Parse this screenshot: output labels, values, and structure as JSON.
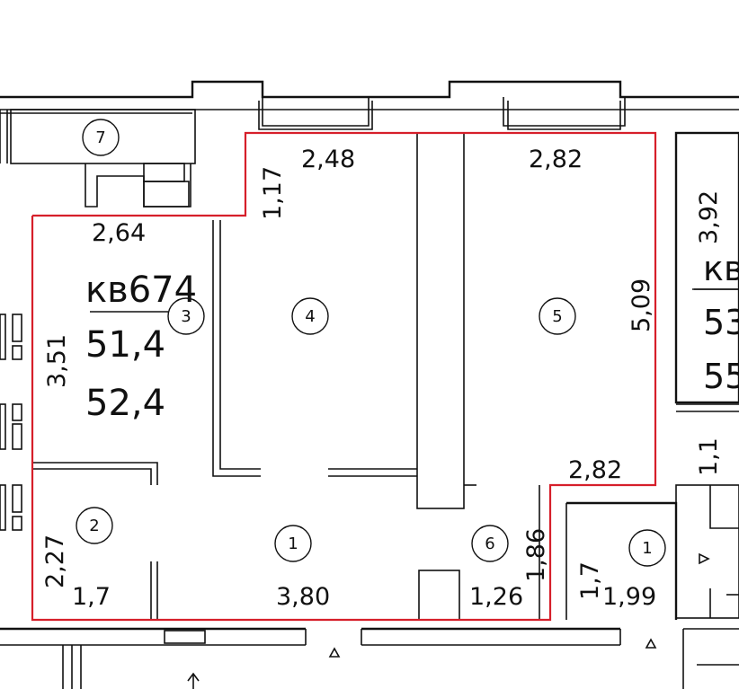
{
  "apartment": {
    "label": "кв674",
    "area_living": "51,4",
    "area_total": "52,4"
  },
  "neighbor": {
    "label": "кв",
    "area_a": "53",
    "area_b": "55"
  },
  "rooms": [
    "1",
    "2",
    "3",
    "4",
    "5",
    "6",
    "7",
    "1"
  ],
  "dimensions": {
    "top_left": "2,48",
    "top_right": "2,82",
    "left_upper": "2,64",
    "left_side": "3,51",
    "vertical_small": "1,17",
    "right_height": "5,09",
    "right_mid": "2,82",
    "neighbor_height": "3,92",
    "neighbor_small": "1,1",
    "bath_height": "2,27",
    "bath_width": "1,7",
    "hall_width": "3,80",
    "closet_height": "1,86",
    "closet_width": "1,26",
    "lobby_height": "1,7",
    "lobby_width": "1,99"
  }
}
